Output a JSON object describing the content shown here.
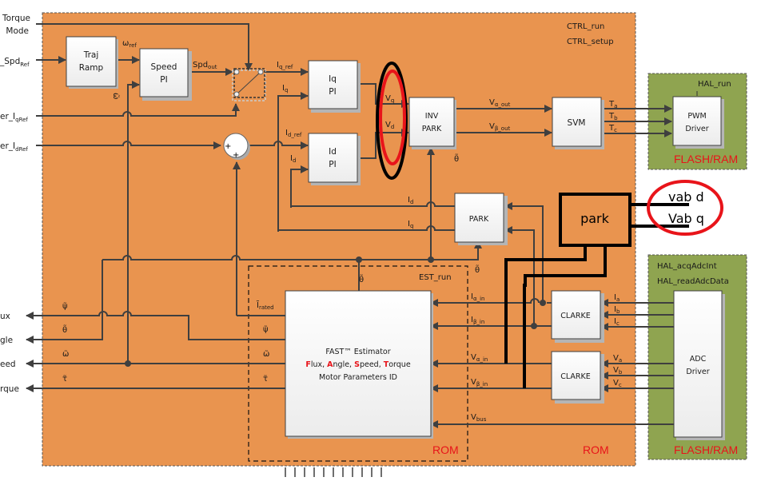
{
  "colors": {
    "ctrl_bg": "#e9944f",
    "hal_bg": "#8fa450",
    "annotation_red": "#e8141a",
    "annotation_black": "#000000",
    "wire": "#3f3f3f"
  },
  "left_inputs": {
    "torque_mode": [
      "Torque",
      "Mode"
    ],
    "spd_ref": "_Spd",
    "spd_ref_sub": "Ref",
    "iq_ref": "er_I",
    "iq_ref_sub": "qRef",
    "id_ref": "er_I",
    "id_ref_sub": "dRef"
  },
  "left_outputs": [
    {
      "label": "ux",
      "symbol": "ψ̃"
    },
    {
      "label": "gle",
      "symbol": "θ̃"
    },
    {
      "label": "eed",
      "symbol": "ω̃"
    },
    {
      "label": "rque",
      "symbol": "τ̃"
    }
  ],
  "ctrl": {
    "functions": [
      "CTRL_run",
      "CTRL_setup"
    ],
    "memory": "ROM"
  },
  "blocks": {
    "traj_ramp": [
      "Traj",
      "Ramp"
    ],
    "speed_pi": [
      "Speed",
      "PI"
    ],
    "iq_pi": [
      "Iq",
      "PI"
    ],
    "id_pi": [
      "Id",
      "PI"
    ],
    "inv_park": [
      "INV",
      "PARK"
    ],
    "svm": "SVM",
    "park": "PARK",
    "clarke_i": "CLARKE",
    "clarke_v": "CLARKE",
    "pwm_driver": [
      "PWM",
      "Driver"
    ],
    "adc_driver": [
      "ADC",
      "Driver"
    ],
    "estimator": {
      "line1": "FAST™ Estimator",
      "line2_parts": [
        {
          "t": "F",
          "red": true
        },
        {
          "t": "lux, ",
          "red": false
        },
        {
          "t": "A",
          "red": true
        },
        {
          "t": "ngle, ",
          "red": false
        },
        {
          "t": "S",
          "red": true
        },
        {
          "t": "peed, ",
          "red": false
        },
        {
          "t": "T",
          "red": true
        },
        {
          "t": "orque",
          "red": false
        }
      ],
      "line3": "Motor Parameters ID",
      "function": "EST_run",
      "memory": "ROM"
    }
  },
  "signals": {
    "omega_ref": "ω",
    "omega_ref_sub": "ref",
    "omega_fb": "ω̃",
    "spd_out": "Spd",
    "spd_out_sub": "out",
    "iq_ref": "I",
    "iq_ref_sub": "q_ref",
    "iq": "I",
    "iq_sub": "q",
    "id_ref": "I",
    "id_ref_sub": "d_ref",
    "id": "I",
    "id_sub": "d",
    "vq": "V",
    "vq_sub": "q",
    "vd": "V",
    "vd_sub": "d",
    "theta": "θ̃",
    "v_alpha_out": "V",
    "v_alpha_out_sub": "α_out",
    "v_beta_out": "V",
    "v_beta_out_sub": "β_out",
    "ta": "T",
    "ta_sub": "a",
    "tb": "T",
    "tb_sub": "b",
    "tc": "T",
    "tc_sub": "c",
    "park_id": "I",
    "park_id_sub": "d",
    "park_iq": "I",
    "park_iq_sub": "q",
    "i_alpha_in": "I",
    "i_alpha_in_sub": "α_in",
    "i_beta_in": "I",
    "i_beta_in_sub": "β_in",
    "v_alpha_in": "V",
    "v_alpha_in_sub": "α_in",
    "v_beta_in": "V",
    "v_beta_in_sub": "β_in",
    "vbus": "V",
    "vbus_sub": "bus",
    "ia": "I",
    "ia_sub": "a",
    "ib": "I",
    "ib_sub": "b",
    "ic": "I",
    "ic_sub": "c",
    "va": "V",
    "va_sub": "a",
    "vb": "V",
    "vb_sub": "b",
    "vc": "V",
    "vc_sub": "c",
    "i_rated": "Ĩ",
    "i_rated_sub": "rated",
    "est_psi": "ψ̃",
    "est_omega": "ω̃",
    "est_tau": "τ̃"
  },
  "hal_pwm": {
    "function": "HAL_run",
    "memory": "FLASH/RAM"
  },
  "hal_adc": {
    "functions": [
      "HAL_acqAdcInt",
      "HAL_readAdcData"
    ],
    "memory": "FLASH/RAM"
  },
  "annotations": {
    "park_block": "park",
    "out_d": "vab  d",
    "out_q": "Vab  q"
  }
}
